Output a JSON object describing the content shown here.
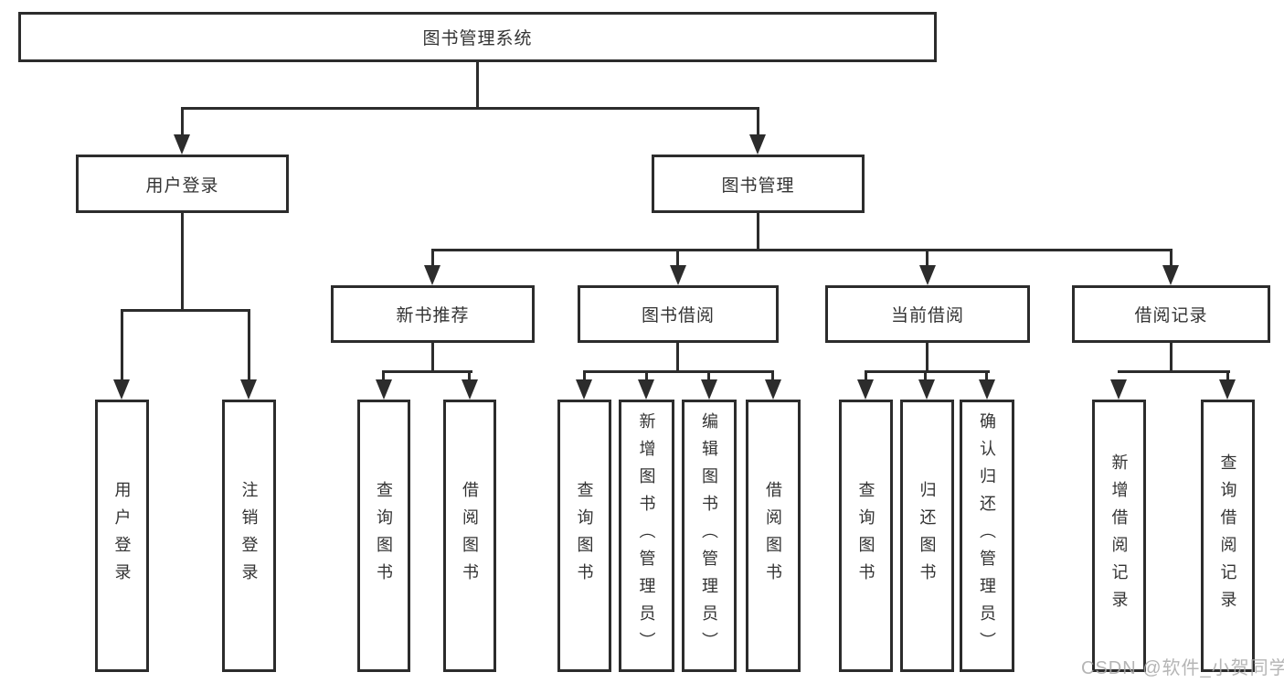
{
  "diagram_title": "图书管理系统",
  "tree": {
    "root": {
      "label": "图书管理系统"
    },
    "user_login": {
      "label": "用户登录",
      "children": {
        "login": {
          "label": "用户登录"
        },
        "logout": {
          "label": "注销登录"
        }
      }
    },
    "book_mgmt": {
      "label": "图书管理",
      "children": {
        "new_book_rec": {
          "label": "新书推荐",
          "children": {
            "query_book": {
              "label": "查询图书"
            },
            "borrow_book": {
              "label": "借阅图书"
            }
          }
        },
        "book_borrow": {
          "label": "图书借阅",
          "children": {
            "query_book": {
              "label": "查询图书"
            },
            "add_book": {
              "label": "新增图书（管理员）"
            },
            "edit_book": {
              "label": "编辑图书（管理员）"
            },
            "borrow_book": {
              "label": "借阅图书"
            }
          }
        },
        "current_borrow": {
          "label": "当前借阅",
          "children": {
            "query_book": {
              "label": "查询图书"
            },
            "return_book": {
              "label": "归还图书"
            },
            "confirm_return": {
              "label": "确认归还（管理员）"
            }
          }
        },
        "borrow_record": {
          "label": "借阅记录",
          "children": {
            "add_record": {
              "label": "新增借阅记录"
            },
            "query_record": {
              "label": "查询借阅记录"
            }
          }
        }
      }
    }
  },
  "watermark": "CSDN @软件_小贺同学",
  "colors": {
    "line": "#2c2c2c",
    "text": "#333333",
    "background": "#ffffff",
    "watermark": "#a8a8a8"
  }
}
